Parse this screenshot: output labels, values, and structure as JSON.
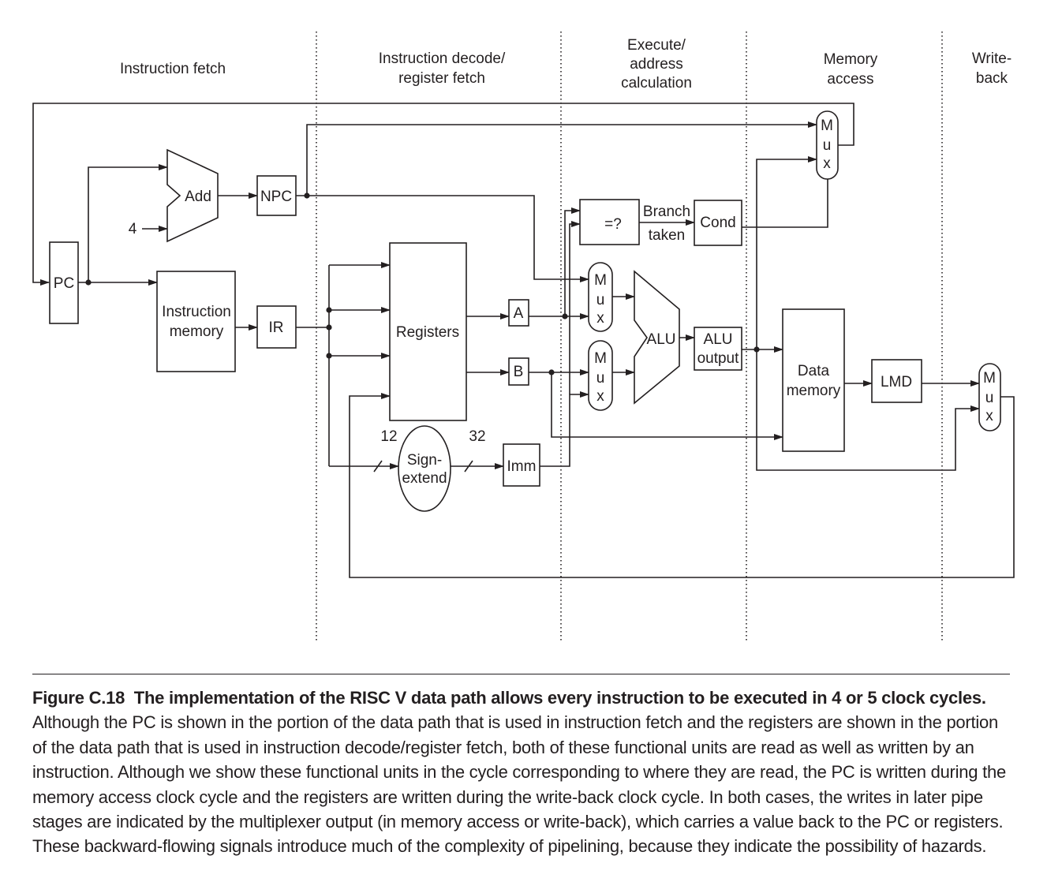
{
  "stages": [
    {
      "line1": "Instruction fetch",
      "line2": "",
      "line3": ""
    },
    {
      "line1": "Instruction decode/",
      "line2": "register fetch",
      "line3": ""
    },
    {
      "line1": "Execute/",
      "line2": "address",
      "line3": "calculation"
    },
    {
      "line1": "Memory",
      "line2": "access",
      "line3": ""
    },
    {
      "line1": "Write-",
      "line2": "back",
      "line3": ""
    }
  ],
  "units": {
    "pc": "PC",
    "add": "Add",
    "four": "4",
    "npc": "NPC",
    "imem_line1": "Instruction",
    "imem_line2": "memory",
    "ir": "IR",
    "registers": "Registers",
    "a": "A",
    "b": "B",
    "sign_line1": "Sign-",
    "sign_line2": "extend",
    "bits_in": "12",
    "bits_out": "32",
    "imm": "Imm",
    "compare": "=?",
    "branch_line1": "Branch",
    "branch_line2": "taken",
    "cond": "Cond",
    "alu": "ALU",
    "aluout_line1": "ALU",
    "aluout_line2": "output",
    "dmem_line1": "Data",
    "dmem_line2": "memory",
    "lmd": "LMD"
  },
  "mux_letters": [
    "M",
    "u",
    "x"
  ],
  "caption": {
    "label": "Figure C.18",
    "title": "The implementation of the RISC V data path allows every instruction to be executed in 4 or 5 clock cycles.",
    "body": "Although the PC is shown in the portion of the data path that is used in instruction fetch and the registers are shown in the portion of the data path that is used in instruction decode/register fetch, both of these functional units are read as well as written by an instruction. Although we show these functional units in the cycle corresponding to where they are read, the PC is written during the memory access clock cycle and the registers are written during the write-back clock cycle. In both cases, the writes in later pipe stages are indicated by the multiplexer output (in memory access or write-back), which carries a value back to the PC or registers. These backward-flowing signals introduce much of the complexity of pipelining, because they indicate the possibility of hazards."
  }
}
